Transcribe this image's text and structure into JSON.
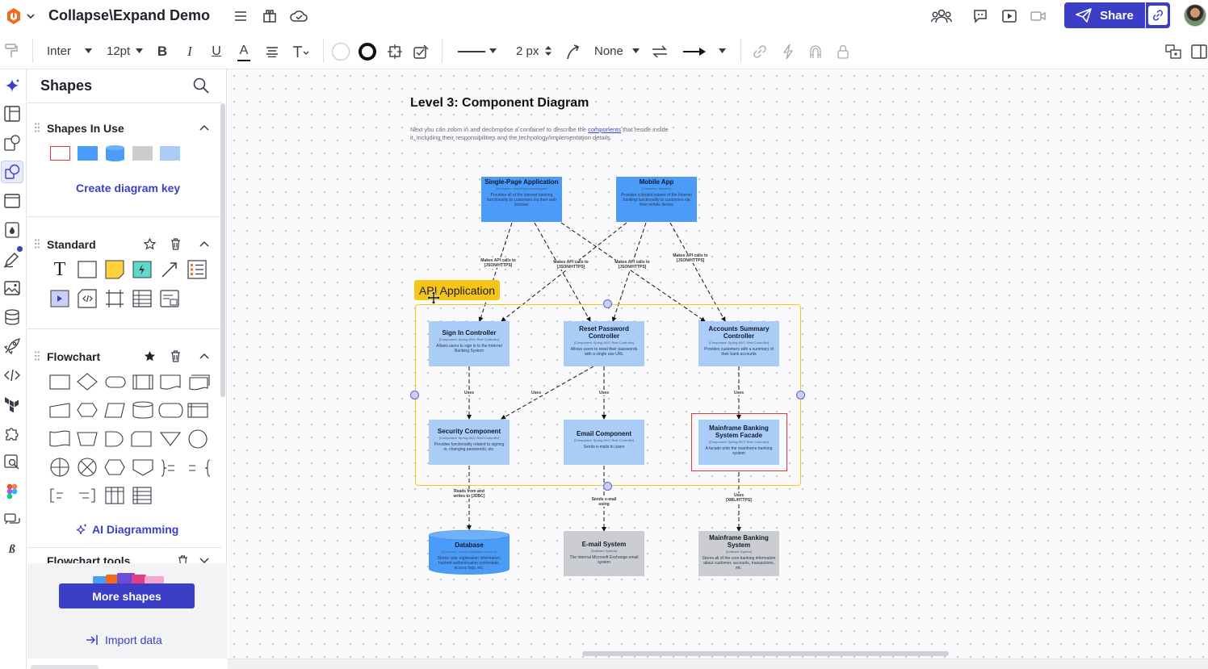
{
  "app": {
    "doc_title": "Collapse\\Expand Demo",
    "share_label": "Share"
  },
  "toolbar": {
    "font": "Inter",
    "font_size": "12pt",
    "line_width": "2 px",
    "arrow_start": "None"
  },
  "panel": {
    "title": "Shapes",
    "shapes_in_use_title": "Shapes In Use",
    "create_key_label": "Create diagram key",
    "standard_title": "Standard",
    "flowchart_title": "Flowchart",
    "ai_diagramming_label": "AI Diagramming",
    "flowchart_tools_title": "Flowchart tools",
    "more_shapes_label": "More shapes",
    "import_data_label": "Import data"
  },
  "diagram": {
    "title": "Level 3: Component Diagram",
    "intro_text": "Next you can zoom in and decompose a container to describe the",
    "intro_link": "components",
    "intro_rest": "that reside inside it, including their responsibilities and the technology/implementation details.",
    "container_label": "API Application",
    "nodes": {
      "spa": {
        "title": "Single-Page Application",
        "tech": "[Container: JavaScript and Angular]",
        "desc": "Provides all of the internet banking functionality to customers via their web browser"
      },
      "mobile": {
        "title": "Mobile App",
        "tech": "[Container: Xamarin]",
        "desc": "Provides a limited subset of the Internet banking functionality to customers via their mobile device"
      },
      "signin": {
        "title": "Sign In Controller",
        "tech": "[Component: Spring MVC Rest Controller]",
        "desc": "Allows users to sign in to the Internet Banking System"
      },
      "reset": {
        "title": "Reset Password Controller",
        "tech": "[Component: Spring MVC Rest Controller]",
        "desc": "Allows users to reset their passwords with a single use URL"
      },
      "accounts": {
        "title": "Accounts Summary Controller",
        "tech": "[Component: Spring MVC Rest Controller]",
        "desc": "Provides customers with a summary of their bank accounts"
      },
      "security": {
        "title": "Security Component",
        "tech": "[Component: Spring MVC Rest Controller]",
        "desc": "Provides functionality related to signing in, changing passwords, etc."
      },
      "email": {
        "title": "Email Component",
        "tech": "[Component: Spring MVC Rest Controller]",
        "desc": "Sends e-mails to users"
      },
      "facade": {
        "title": "Mainframe Banking System Facade",
        "tech": "[Component: Spring MVC Rest Controller]",
        "desc": "A facade onto the mainframe banking system"
      },
      "database": {
        "title": "Database",
        "tech": "[Container: Oracle Database Schema]",
        "desc": "Stores user registration information, hashed authentication credentials, access logs, etc."
      },
      "emailsys": {
        "title": "E-mail System",
        "tech": "[Software System]",
        "desc": "The internal Microsoft Exchange email system"
      },
      "mainframe": {
        "title": "Mainframe Banking System",
        "tech": "[Software System]",
        "desc": "Stores all of the core banking information about customer, accounts, transactions, etc."
      }
    },
    "edge_labels": {
      "api1": "Makes API calls to [JSON/HTTPS]",
      "api2": "Makes API calls to [JSON/HTTPS]",
      "api3": "Makes API calls to [JSON/HTTPS]",
      "api4": "Makes API calls to [JSON/HTTPS]",
      "uses1": "Uses",
      "uses2": "Uses",
      "uses3": "Uses",
      "uses4": "Uses",
      "reads": "Reads from and writes to [JDBC]",
      "sends": "Sends e-mail using",
      "uses_xml": "Uses [XML/HTTPS]"
    }
  },
  "colors": {
    "accent": "#3b3fc8",
    "node_light": "#aacdf7",
    "node_dark": "#4b9bf8",
    "node_gray": "#cbcdd1",
    "container_border": "#f5c518",
    "selection_red": "#e0373a"
  }
}
